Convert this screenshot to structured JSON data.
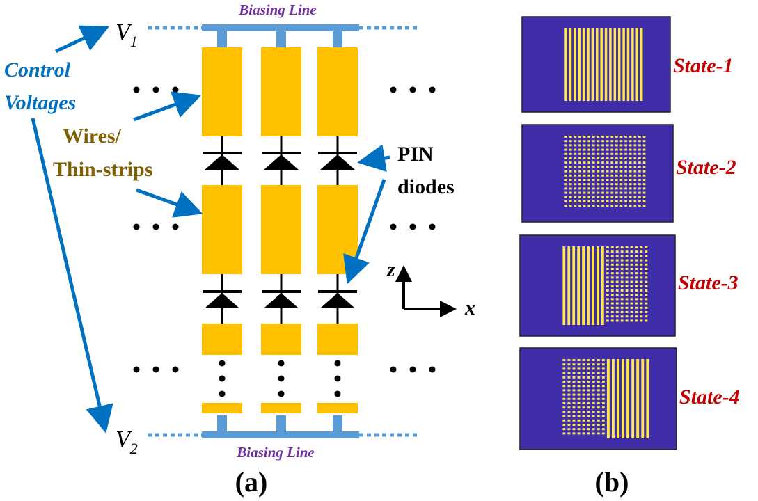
{
  "panel_a": {
    "biasing_line_top": "Biasing Line",
    "biasing_line_bottom": "Biasing Line",
    "v1": {
      "letter": "V",
      "sub": "1"
    },
    "v2": {
      "letter": "V",
      "sub": "2"
    },
    "control_voltages": [
      "Control",
      "Voltages"
    ],
    "wires": [
      "Wires/",
      "Thin-strips"
    ],
    "pin": [
      "PIN",
      "diodes"
    ],
    "axis_z": "z",
    "axis_x": "x",
    "panel_label": "(a)"
  },
  "panel_b": {
    "states": [
      {
        "label": "State-1",
        "pattern": "all-continuous"
      },
      {
        "label": "State-2",
        "pattern": "all-segmented"
      },
      {
        "label": "State-3",
        "pattern": "left-continuous-right-segmented"
      },
      {
        "label": "State-4",
        "pattern": "left-segmented-right-continuous"
      }
    ],
    "panel_label": "(b)"
  },
  "colors": {
    "strip": "#FFC000",
    "bias": "#5B9BD5",
    "arrow": "#0070C0",
    "bias_label": "#7030A0",
    "wires_label": "#806000",
    "state_label": "#C00000",
    "state_bg": "#3F2EA8",
    "state_line": "#FFE84C"
  }
}
